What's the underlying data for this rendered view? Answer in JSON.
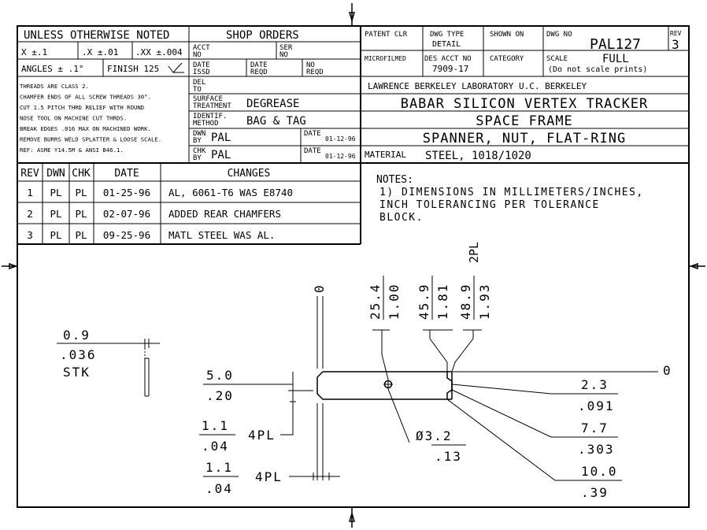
{
  "tolerance": {
    "header": "UNLESS OTHERWISE NOTED",
    "x1": "X  ±.1",
    "x2": ".X  ±.01",
    "x3": ".XX ±.004",
    "angles": "ANGLES  ±  .1°",
    "finish": "FINISH 125",
    "notes": [
      "THREADS ARE CLASS 2.",
      "CHAMFER ENDS OF ALL SCREW THREADS 30°.",
      "CUT 1.5 PITCH THRD RELIEF WITH ROUND",
      "NOSE TOOL ON MACHINE CUT THRDS.",
      "BREAK EDGES .016 MAX ON MACHINED WORK.",
      "REMOVE BURRS WELD SPLATTER & LOOSE SCALE.",
      "REF: ASME Y14.5M & ANSI B46.1."
    ]
  },
  "shop": {
    "header": "SHOP ORDERS",
    "acct": "ACCT NO",
    "ser": "SER NO",
    "date_issd": "DATE ISSD",
    "date_reqd": "DATE REQD",
    "no_reqd": "NO REQD",
    "del_to": "DEL TO",
    "surface_label": "SURFACE TREATMENT",
    "surface": "DEGREASE",
    "ident_label": "IDENTIF. METHOD",
    "ident": "BAG & TAG",
    "dwn_label": "DWN BY",
    "dwn": "PAL",
    "dwn_date_label": "DATE",
    "dwn_date": "01-12-96",
    "chk_label": "CHK BY",
    "chk": "PAL",
    "chk_date_label": "DATE",
    "chk_date": "01-12-96"
  },
  "title": {
    "patent": "PATENT CLR",
    "dwg_type_label": "DWG TYPE",
    "dwg_type": "DETAIL",
    "shown_on": "SHOWN ON",
    "dwg_no_label": "DWG NO",
    "dwg_no": "PAL127",
    "rev_label": "REV",
    "rev": "3",
    "microfilmed": "MICROFILMED",
    "des_acct_label": "DES ACCT NO",
    "des_acct": "7909-17",
    "category": "CATEGORY",
    "scale_label": "SCALE",
    "scale": "FULL",
    "scale_note": "(Do not scale prints)",
    "lab": "LAWRENCE  BERKELEY  LABORATORY  U.C. BERKELEY",
    "project": "BABAR SILICON VERTEX TRACKER",
    "assembly": "SPACE FRAME",
    "part": "SPANNER, NUT, FLAT-RING",
    "material_label": "MATERIAL",
    "material": "STEEL, 1018/1020"
  },
  "revisions": {
    "headers": [
      "REV",
      "DWN",
      "CHK",
      "DATE",
      "CHANGES"
    ],
    "rows": [
      [
        "1",
        "PL",
        "PL",
        "01-25-96",
        "AL, 6061-T6 WAS E8740"
      ],
      [
        "2",
        "PL",
        "PL",
        "02-07-96",
        "ADDED REAR CHAMFERS"
      ],
      [
        "3",
        "PL",
        "PL",
        "09-25-96",
        "MATL STEEL WAS AL."
      ]
    ]
  },
  "notes": {
    "title": "NOTES:",
    "lines": [
      "1) DIMENSIONS IN MILLIMETERS/INCHES,",
      "   INCH TOLERANCING PER TOLERANCE",
      "   BLOCK."
    ]
  },
  "dims": {
    "stk_mm": "0.9",
    "stk_in": ".036",
    "stk": "STK",
    "zero_top": "0",
    "zero_right": "0",
    "d1_mm": "25.4",
    "d1_in": "1.00",
    "d2_mm": "45.9",
    "d2_in": "1.81",
    "d3_mm": "48.9",
    "d3_in": "1.93",
    "twopl": "2PL",
    "w_mm": "5.0",
    "w_in": ".20",
    "c1_mm": "1.1",
    "c1_in": ".04",
    "c1_pl": "4PL",
    "c2_mm": "1.1",
    "c2_in": ".04",
    "c2_pl": "4PL",
    "hole_mm": "Ø3.2",
    "hole_in": ".13",
    "r1_mm": "2.3",
    "r1_in": ".091",
    "r2_mm": "7.7",
    "r2_in": ".303",
    "r3_mm": "10.0",
    "r3_in": ".39"
  }
}
